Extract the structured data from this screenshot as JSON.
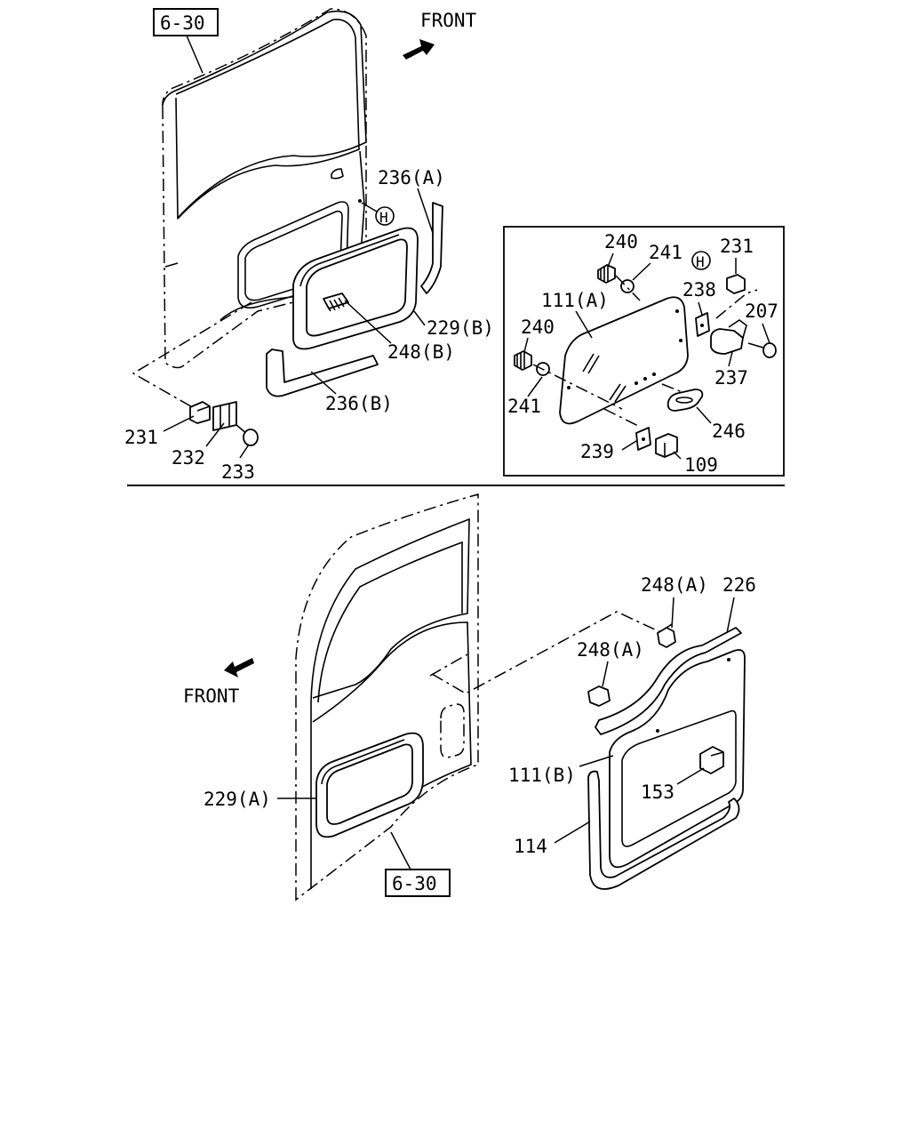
{
  "top": {
    "ref": "6-30",
    "front": "FRONT",
    "parts": {
      "p236a": "236(A)",
      "p229b": "229(B)",
      "p248b": "248(B)",
      "p236b": "236(B)",
      "p231": "231",
      "p232": "232",
      "p233": "233"
    },
    "marker": "H"
  },
  "inset": {
    "parts": {
      "p240a": "240",
      "p241a": "241",
      "p231": "231",
      "p238": "238",
      "p111a": "111(A)",
      "p207": "207",
      "p240b": "240",
      "p237": "237",
      "p241b": "241",
      "p246": "246",
      "p239": "239",
      "p109": "109"
    },
    "marker": "H"
  },
  "bottom": {
    "ref": "6-30",
    "front": "FRONT",
    "parts": {
      "p248a1": "248(A)",
      "p226": "226",
      "p248a2": "248(A)",
      "p111b": "111(B)",
      "p153": "153",
      "p229a": "229(A)",
      "p114": "114"
    }
  }
}
